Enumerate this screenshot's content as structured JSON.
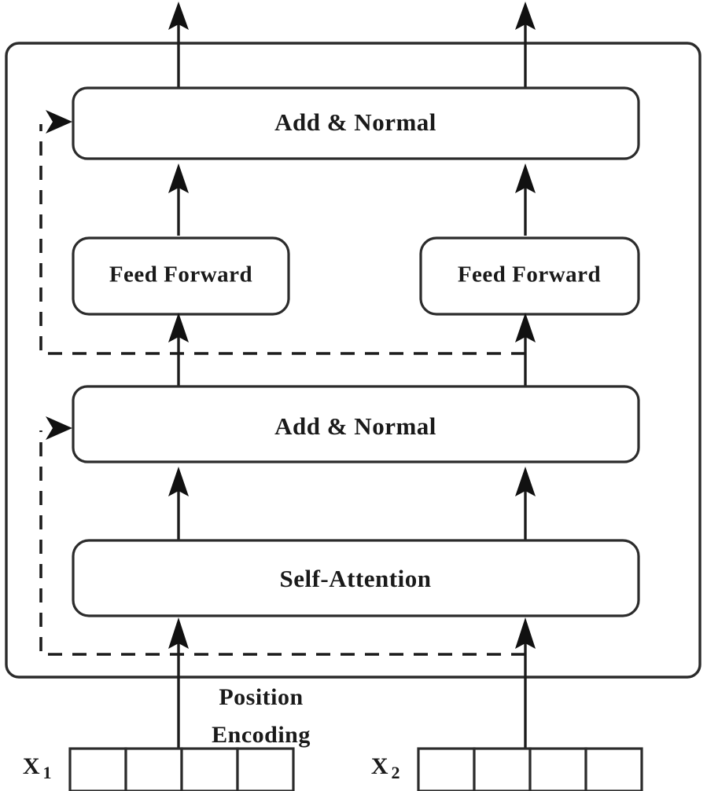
{
  "diagram": {
    "title": "Transformer encoder block with two token streams",
    "colors": {
      "stroke": "#2b2b2b",
      "line": "#1c1c1c",
      "background": "#ffffff",
      "text": "#1a1a1a"
    },
    "blocks": [
      {
        "id": "add-norm-top",
        "label": "Add & Normal"
      },
      {
        "id": "feed-forward-left",
        "label": "Feed  Forward"
      },
      {
        "id": "feed-forward-right",
        "label": "Feed  Forward"
      },
      {
        "id": "add-norm-bottom",
        "label": "Add & Normal"
      },
      {
        "id": "self-attention",
        "label": "Self-Attention"
      }
    ],
    "annotations": {
      "position_encoding_line1": "Position",
      "position_encoding_line2": "Encoding"
    },
    "inputs": [
      {
        "id": "x1",
        "label": "X",
        "subscript": "1",
        "cells": [
          "",
          "",
          "",
          ""
        ]
      },
      {
        "id": "x2",
        "label": "X",
        "subscript": "2",
        "cells": [
          "",
          "",
          "",
          ""
        ]
      }
    ],
    "connections": [
      {
        "from": "x1",
        "to": "self-attention",
        "style": "solid-arrow"
      },
      {
        "from": "x2",
        "to": "self-attention",
        "style": "solid-arrow"
      },
      {
        "from": "self-attention",
        "to": "add-norm-bottom",
        "style": "solid-arrow"
      },
      {
        "from": "add-norm-bottom",
        "to": "feed-forward-left",
        "style": "solid-arrow"
      },
      {
        "from": "add-norm-bottom",
        "to": "feed-forward-right",
        "style": "solid-arrow"
      },
      {
        "from": "feed-forward-left",
        "to": "add-norm-top",
        "style": "solid-arrow"
      },
      {
        "from": "feed-forward-right",
        "to": "add-norm-top",
        "style": "solid-arrow"
      },
      {
        "from": "add-norm-top",
        "to": "output",
        "style": "solid-arrow"
      },
      {
        "from": "input-residual",
        "to": "add-norm-bottom",
        "style": "dashed-arrow"
      },
      {
        "from": "attention-residual",
        "to": "add-norm-top",
        "style": "dashed-arrow"
      }
    ]
  }
}
